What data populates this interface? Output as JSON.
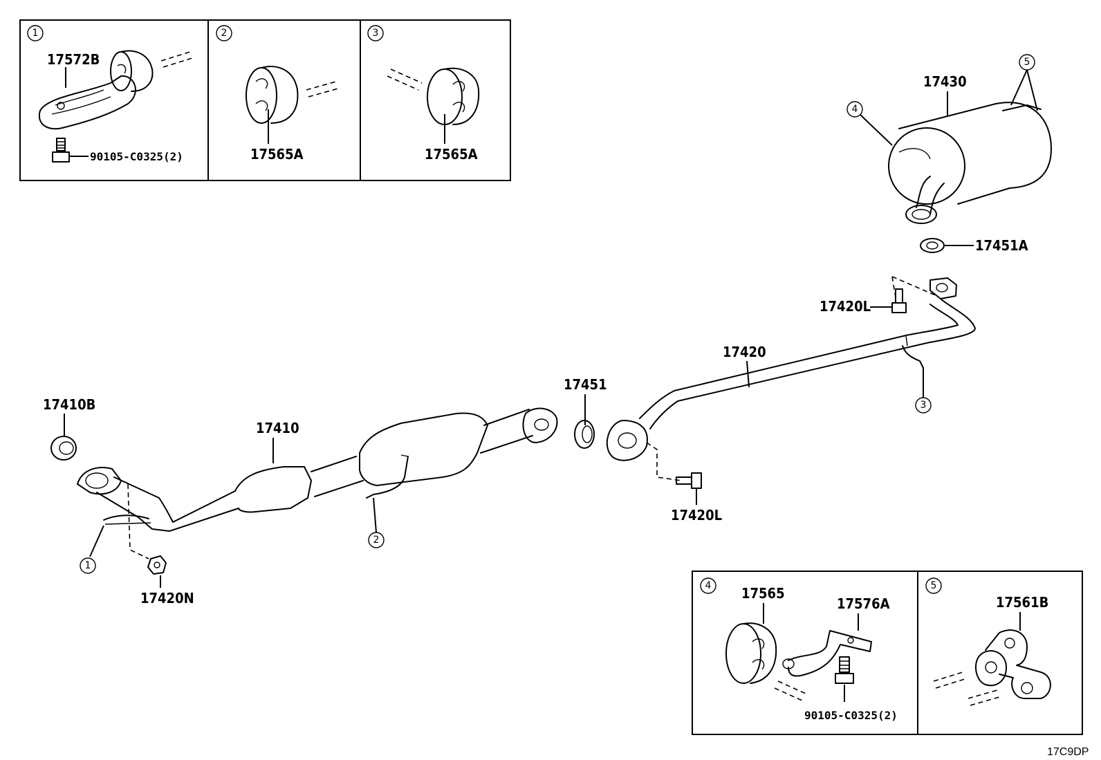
{
  "diagram_code": "17C9DP",
  "callouts": {
    "c1": "1",
    "c2": "2",
    "c3": "3",
    "c4": "4",
    "c5": "5"
  },
  "inset_boxes": {
    "box1": {
      "marker": "1",
      "part_a": "17572B",
      "part_b": "90105-C0325(2)"
    },
    "box2": {
      "marker": "2",
      "part_a": "17565A"
    },
    "box3": {
      "marker": "3",
      "part_a": "17565A"
    },
    "box4": {
      "marker": "4",
      "part_a": "17565",
      "part_b": "17576A",
      "part_c": "90105-C0325(2)"
    },
    "box5": {
      "marker": "5",
      "part_a": "17561B"
    }
  },
  "main_labels": {
    "muffler": "17430",
    "muffler_gasket": "17451A",
    "bolt_upper": "17420L",
    "center_pipe": "17420",
    "center_gasket": "17451",
    "bolt_lower": "17420L",
    "front_gasket": "17410B",
    "front_pipe": "17410",
    "nut": "17420N"
  }
}
